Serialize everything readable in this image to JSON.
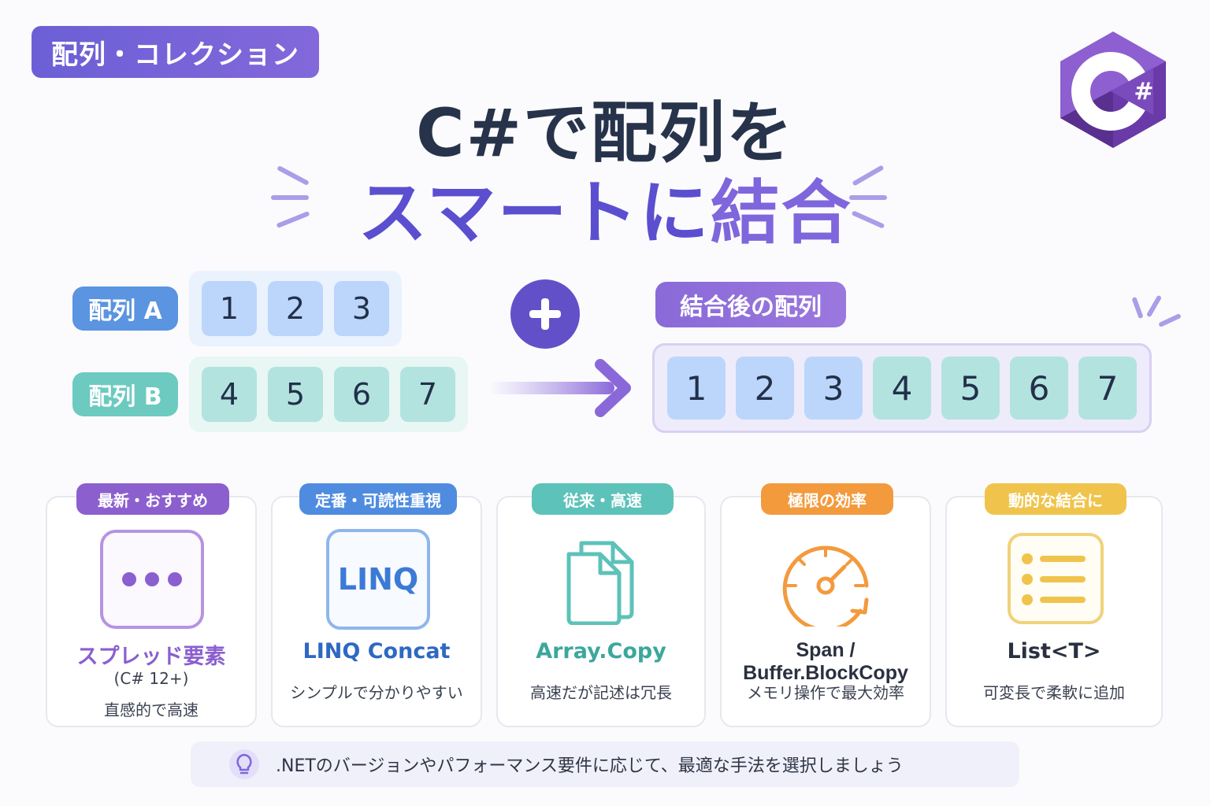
{
  "category_tag": "配列・コレクション",
  "title": {
    "line1": "C#で配列を",
    "line2_main": "スマートに",
    "line2_accent": "結合"
  },
  "logo": {
    "symbol": "C",
    "hash": "#",
    "icon": "csharp-hexagon-logo"
  },
  "array_a": {
    "label": "配列 A",
    "values": [
      "1",
      "2",
      "3"
    ]
  },
  "array_b": {
    "label": "配列 B",
    "values": [
      "4",
      "5",
      "6",
      "7"
    ]
  },
  "plus": "+",
  "result": {
    "label": "結合後の配列",
    "values": [
      "1",
      "2",
      "3",
      "4",
      "5",
      "6",
      "7"
    ]
  },
  "cards": [
    {
      "badge": "最新・おすすめ",
      "title": "スプレッド要素",
      "sub1": "(C# 12+)",
      "sub2": "直感的で高速",
      "icon": "ellipsis-icon"
    },
    {
      "badge": "定番・可読性重視",
      "title": "LINQ Concat",
      "sub2": "シンプルで分かりやすい",
      "icon_text": "LINQ",
      "icon": "linq-icon"
    },
    {
      "badge": "従来・高速",
      "title": "Array.Copy",
      "sub2": "高速だが記述は冗長",
      "icon": "copy-documents-icon"
    },
    {
      "badge": "極限の効率",
      "title": "Span / Buffer.BlockCopy",
      "sub2": "メモリ操作で最大効率",
      "icon": "speedometer-icon"
    },
    {
      "badge": "動的な結合に",
      "title": "List<T>",
      "sub2": "可変長で柔軟に追加",
      "icon": "list-icon"
    }
  ],
  "colors": {
    "purple": "#8a5fd0",
    "blue": "#4f8ce0",
    "teal": "#5dc2b9",
    "orange": "#f39a3d",
    "yellow": "#f0c44c"
  },
  "tip": {
    "text": ".NETのバージョンやパフォーマンス要件に応じて、最適な手法を選択しましょう",
    "icon": "lightbulb-icon"
  }
}
